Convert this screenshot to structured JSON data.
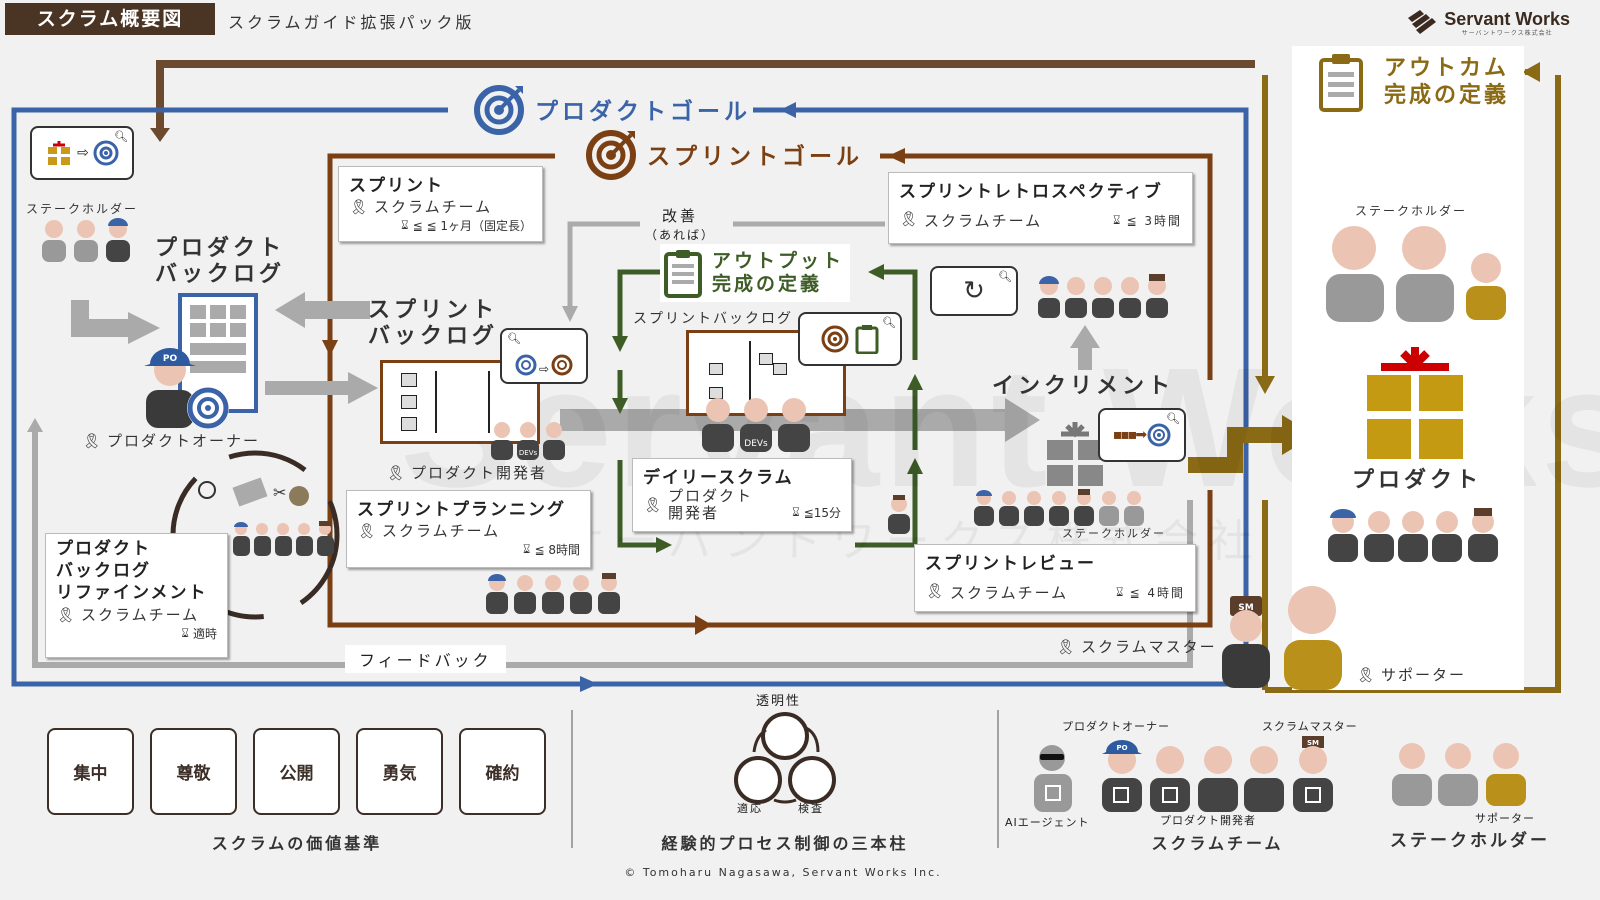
{
  "header": {
    "title": "スクラム概要図",
    "subtitle": "スクラムガイド拡張パック版",
    "logo_name": "Servant Works",
    "logo_sub": "サーバントワークス株式会社"
  },
  "watermark": {
    "main": "Servant Works",
    "sub": "サーバントワークス株式会社"
  },
  "colors": {
    "product_goal": "#3b63a8",
    "sprint": "#7a3f12",
    "output_dod": "#3d5c26",
    "outcome_dod": "#8a6a14",
    "feedback": "#aaaaaa",
    "title_bg": "#4a3424"
  },
  "goals": {
    "product_goal": "プロダクトゴール",
    "sprint_goal": "スプリントゴール"
  },
  "left": {
    "stakeholder_label": "ステークホルダー",
    "product_backlog": [
      "プロダクト",
      "バックログ"
    ],
    "po_role": "プロダクトオーナー",
    "po_badge": "PO"
  },
  "sprint_card": {
    "title": "スプリント",
    "role": "スクラムチーム",
    "timebox": "≦ ≦ 1ヶ月（固定長）"
  },
  "sprint_backlog": {
    "title": [
      "スプリント",
      "バックログ"
    ],
    "role": "プロダクト開発者",
    "devs_badge": "DEVs"
  },
  "improvement": {
    "label": "改善",
    "sub": "（あれば）"
  },
  "output_dod": {
    "title": [
      "アウトプット",
      "完成の定義"
    ],
    "sprint_backlog_label": "スプリントバックログ"
  },
  "retrospective": {
    "title": "スプリントレトロスペクティブ",
    "role": "スクラムチーム",
    "timebox": "≦ 3時間"
  },
  "increment": {
    "title": "インクリメント",
    "stakeholder_label": "ステークホルダー"
  },
  "planning": {
    "title": "スプリントプランニング",
    "role": "スクラムチーム",
    "timebox": "≦ 8時間"
  },
  "daily": {
    "title": "デイリースクラム",
    "role": [
      "プロダクト",
      "開発者"
    ],
    "timebox": "≦15分"
  },
  "review": {
    "title": "スプリントレビュー",
    "role": "スクラムチーム",
    "timebox": "≦ 4時間"
  },
  "refinement": {
    "title": [
      "プロダクト",
      "バックログ",
      "リファインメント"
    ],
    "role": "スクラムチーム",
    "timebox": "適時"
  },
  "feedback_label": "フィードバック",
  "scrum_master_role": "スクラムマスター",
  "outcome_dod": {
    "title": [
      "アウトカム",
      "完成の定義"
    ],
    "stakeholder_label": "ステークホルダー",
    "product_label": "プロダクト",
    "supporter_role": "サポーター"
  },
  "values": {
    "items": [
      "集中",
      "尊敬",
      "公開",
      "勇気",
      "確約"
    ],
    "caption": "スクラムの価値基準"
  },
  "pillars": {
    "top": "透明性",
    "left": "適応",
    "right": "検査",
    "caption": "経験的プロセス制御の三本柱"
  },
  "team_legend": {
    "ai_agent": "AIエージェント",
    "product_owner": "プロダクトオーナー",
    "scrum_master": "スクラムマスター",
    "developers": "プロダクト開発者",
    "team_caption": "スクラムチーム",
    "supporter": "サポーター",
    "stakeholder_caption": "ステークホルダー",
    "po_badge": "PO",
    "sm_badge": "SM"
  },
  "copyright": "© Tomoharu Nagasawa, Servant Works Inc."
}
